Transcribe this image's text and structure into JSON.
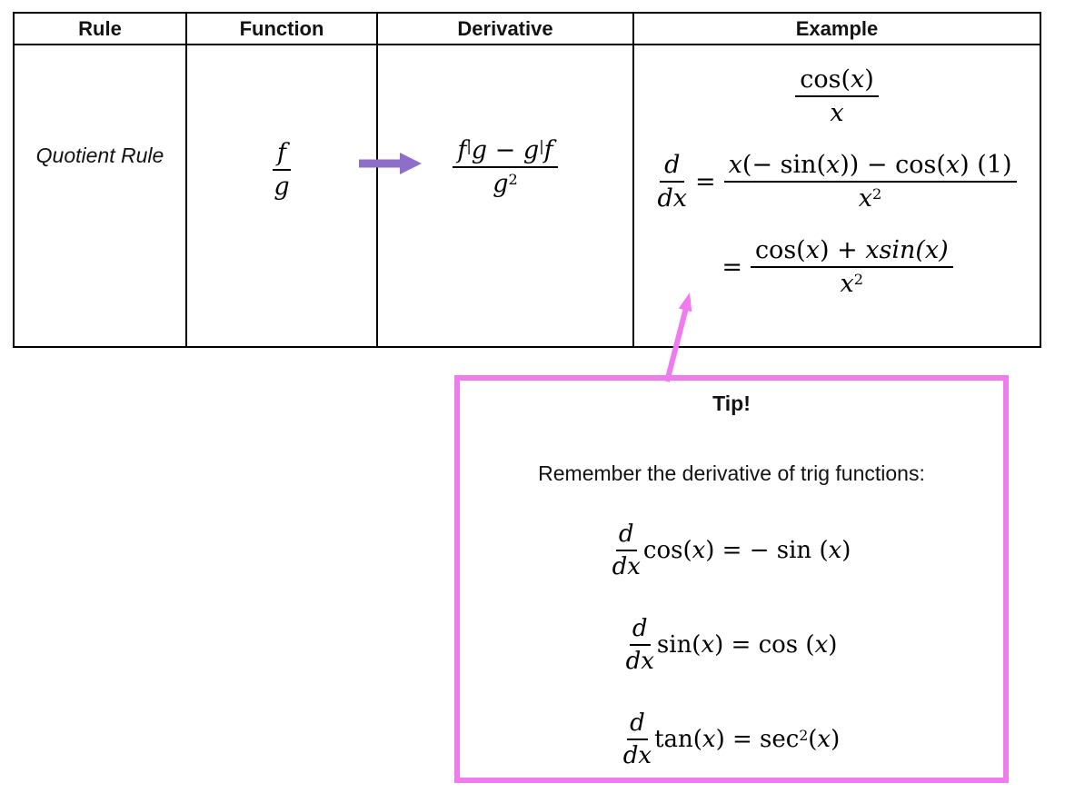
{
  "colors": {
    "purple_arrow": "#8d6ec9",
    "pink": "#ef7bee",
    "table_border": "#000000"
  },
  "icons": {
    "purple_arrow": "right-arrow",
    "pink_arrow": "diagonal-up-callout-arrow"
  },
  "table": {
    "headers": [
      "Rule",
      "Function",
      "Derivative",
      "Example"
    ],
    "row": {
      "rule": "Quotient Rule",
      "function": {
        "num": [
          {
            "t": "f",
            "s": "it"
          }
        ],
        "den": [
          {
            "t": "g",
            "s": "it"
          }
        ]
      },
      "derivative": {
        "num": [
          {
            "t": "f",
            "s": "it"
          },
          {
            "t": "|",
            "s": "sup"
          },
          {
            "t": "g",
            "s": "it"
          },
          {
            "t": " − ",
            "s": "up"
          },
          {
            "t": "g",
            "s": "it"
          },
          {
            "t": "|",
            "s": "sup"
          },
          {
            "t": "f",
            "s": "it"
          }
        ],
        "den": [
          {
            "t": "g",
            "s": "it"
          },
          {
            "t": "2",
            "s": "sup"
          }
        ]
      },
      "example": {
        "step1": {
          "num": [
            {
              "t": "cos(",
              "s": "up"
            },
            {
              "t": "x",
              "s": "it"
            },
            {
              "t": ")",
              "s": "up"
            }
          ],
          "den": [
            {
              "t": "x",
              "s": "it"
            }
          ]
        },
        "step2": {
          "lhs_num": [
            {
              "t": "d",
              "s": "it"
            }
          ],
          "lhs_den": [
            {
              "t": "dx",
              "s": "it"
            }
          ],
          "eq": "=",
          "num": [
            {
              "t": "x",
              "s": "it"
            },
            {
              "t": "(− sin(",
              "s": "up"
            },
            {
              "t": "x",
              "s": "it"
            },
            {
              "t": ")) − cos(",
              "s": "up"
            },
            {
              "t": "x",
              "s": "it"
            },
            {
              "t": ") (1)",
              "s": "up"
            }
          ],
          "den": [
            {
              "t": "x",
              "s": "it"
            },
            {
              "t": "2",
              "s": "sup"
            }
          ]
        },
        "step3": {
          "eq": "=",
          "num": [
            {
              "t": "cos(",
              "s": "up"
            },
            {
              "t": "x",
              "s": "it"
            },
            {
              "t": ") + ",
              "s": "up"
            },
            {
              "t": "xsin(x)",
              "s": "it"
            }
          ],
          "den": [
            {
              "t": "x",
              "s": "it"
            },
            {
              "t": "2",
              "s": "sup"
            }
          ]
        }
      }
    }
  },
  "tip": {
    "title": "Tip!",
    "subtitle": "Remember the derivative of trig functions:",
    "equations": [
      {
        "lhs_num": [
          {
            "t": "d",
            "s": "it"
          }
        ],
        "lhs_den": [
          {
            "t": "dx",
            "s": "it"
          }
        ],
        "rhs": [
          {
            "t": "cos(",
            "s": "up"
          },
          {
            "t": "x",
            "s": "it"
          },
          {
            "t": ") = − sin (",
            "s": "up"
          },
          {
            "t": "x",
            "s": "it"
          },
          {
            "t": ")",
            "s": "up"
          }
        ]
      },
      {
        "lhs_num": [
          {
            "t": "d",
            "s": "it"
          }
        ],
        "lhs_den": [
          {
            "t": "dx",
            "s": "it"
          }
        ],
        "rhs": [
          {
            "t": "sin(",
            "s": "up"
          },
          {
            "t": "x",
            "s": "it"
          },
          {
            "t": ") = cos (",
            "s": "up"
          },
          {
            "t": "x",
            "s": "it"
          },
          {
            "t": ")",
            "s": "up"
          }
        ]
      },
      {
        "lhs_num": [
          {
            "t": "d",
            "s": "it"
          }
        ],
        "lhs_den": [
          {
            "t": "dx",
            "s": "it"
          }
        ],
        "rhs": [
          {
            "t": "tan(",
            "s": "up"
          },
          {
            "t": "x",
            "s": "it"
          },
          {
            "t": ") = sec",
            "s": "up"
          },
          {
            "t": "2",
            "s": "sup"
          },
          {
            "t": "(",
            "s": "up"
          },
          {
            "t": "x",
            "s": "it"
          },
          {
            "t": ")",
            "s": "up"
          }
        ]
      }
    ]
  }
}
